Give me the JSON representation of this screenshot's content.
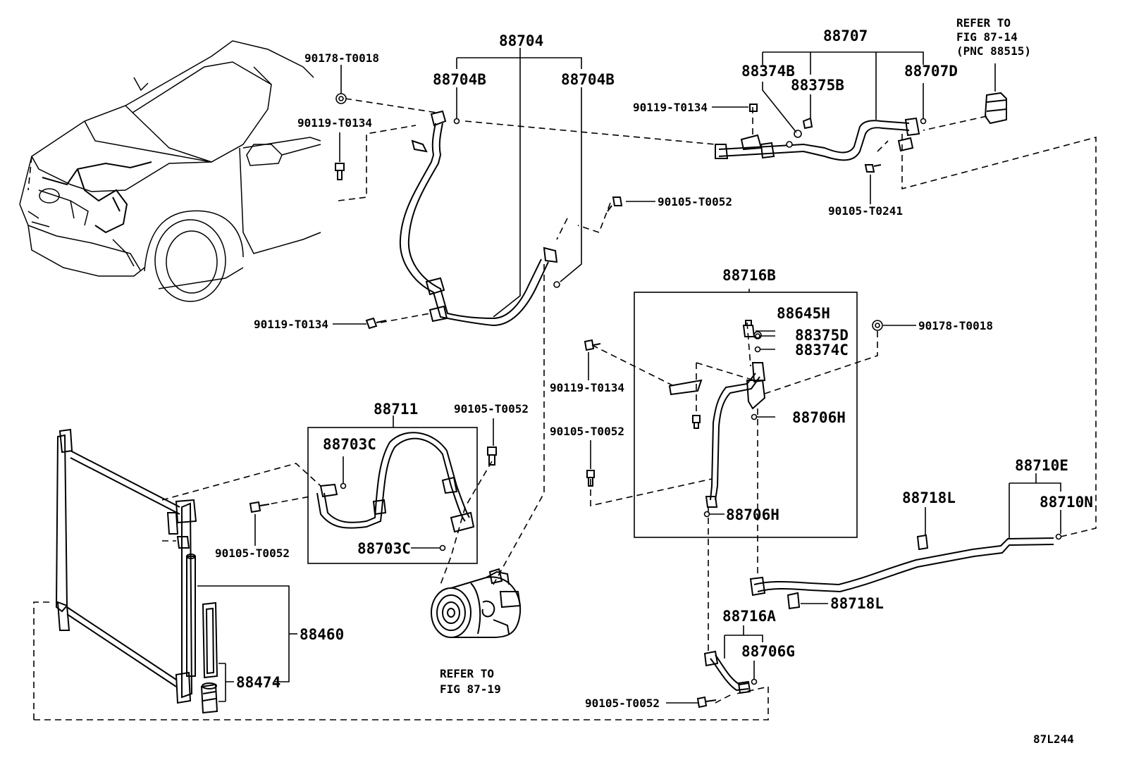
{
  "diagram": {
    "figure_code": "87L244",
    "labels": {
      "p88704": "88704",
      "p88704B_1": "88704B",
      "p88704B_2": "88704B",
      "p90178_T0018_1": "90178-T0018",
      "p90119_T0134_1": "90119-T0134",
      "p90105_T0052_1": "90105-T0052",
      "p90119_T0134_2": "90119-T0134",
      "p88707": "88707",
      "p88374B": "88374B",
      "p88375B": "88375B",
      "p88707D": "88707D",
      "p90119_T0134_3": "90119-T0134",
      "p90105_T0241": "90105-T0241",
      "refer1_line1": "REFER TO",
      "refer1_line2": "FIG 87-14",
      "refer1_line3": "(PNC 88515)",
      "p88716B": "88716B",
      "p88645H": "88645H",
      "p88375D": "88375D",
      "p88374C": "88374C",
      "p90178_T0018_2": "90178-T0018",
      "p90119_T0134_4": "90119-T0134",
      "p88706H_1": "88706H",
      "p90105_T0052_2": "90105-T0052",
      "p88706H_2": "88706H",
      "p88711": "88711",
      "p88703C_1": "88703C",
      "p88703C_2": "88703C",
      "p90105_T0052_3": "90105-T0052",
      "p90105_T0052_4": "90105-T0052",
      "p88460": "88460",
      "p88474": "88474",
      "refer2_line1": "REFER TO",
      "refer2_line2": "FIG 87-19",
      "p88710E": "88710E",
      "p88710N": "88710N",
      "p88718L_1": "88718L",
      "p88718L_2": "88718L",
      "p88716A": "88716A",
      "p88706G": "88706G",
      "p90105_T0052_5": "90105-T0052"
    },
    "icons": [
      "vehicle-outline-icon",
      "discharge-hose-icon",
      "suction-pipe-icon",
      "receiver-icon",
      "liquid-tube-icon",
      "discharge-hose-assembly-icon",
      "condenser-icon",
      "compressor-icon",
      "cooler-pipe-icon",
      "bolt-icon",
      "nut-icon",
      "o-ring-icon",
      "valve-core-icon",
      "dryer-icon"
    ]
  }
}
